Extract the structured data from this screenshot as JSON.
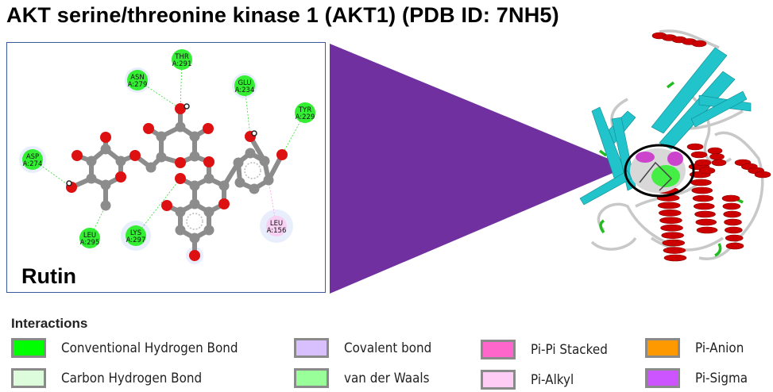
{
  "title": "AKT serine/threonine kinase 1 (AKT1) (PDB ID: 7NH5)",
  "ligand": "Rutin",
  "residues": [
    {
      "id": "thr291",
      "name": "THR",
      "num": "A:291",
      "type": "Conventional Hydrogen Bond"
    },
    {
      "id": "asn279",
      "name": "ASN",
      "num": "A:279",
      "type": "Conventional Hydrogen Bond"
    },
    {
      "id": "glu234",
      "name": "GLU",
      "num": "A:234",
      "type": "Conventional Hydrogen Bond"
    },
    {
      "id": "tyr229",
      "name": "TYR",
      "num": "A:229",
      "type": "Conventional Hydrogen Bond"
    },
    {
      "id": "asp274",
      "name": "ASP",
      "num": "A:274",
      "type": "Conventional Hydrogen Bond"
    },
    {
      "id": "leu295",
      "name": "LEU",
      "num": "A:295",
      "type": "Conventional Hydrogen Bond"
    },
    {
      "id": "lys297",
      "name": "LYS",
      "num": "A:297",
      "type": "Conventional Hydrogen Bond"
    },
    {
      "id": "leu156",
      "name": "LEU",
      "num": "A:156",
      "type": "Pi-Alkyl"
    }
  ],
  "legend": {
    "title": "Interactions",
    "items": [
      {
        "label": "Conventional Hydrogen Bond",
        "color": "#00ff00"
      },
      {
        "label": "Carbon Hydrogen Bond",
        "color": "#dcfcdc"
      },
      {
        "label": "Covalent bond",
        "color": "#d8c0ff"
      },
      {
        "label": "van der Waals",
        "color": "#99ff99"
      },
      {
        "label": "Pi-Pi Stacked",
        "color": "#ff66cc"
      },
      {
        "label": "Pi-Alkyl",
        "color": "#ffccf5"
      },
      {
        "label": "Pi-Anion",
        "color": "#ff9900"
      },
      {
        "label": "Pi-Sigma",
        "color": "#cc55ff"
      }
    ]
  },
  "colors": {
    "triangle": "#7030a0",
    "carbon": "#8c8c8c",
    "oxygen": "#dd1111",
    "helix": "#cc0000",
    "sheet": "#22c4cc",
    "loop": "#c8c8c8",
    "turn": "#22bb22"
  }
}
